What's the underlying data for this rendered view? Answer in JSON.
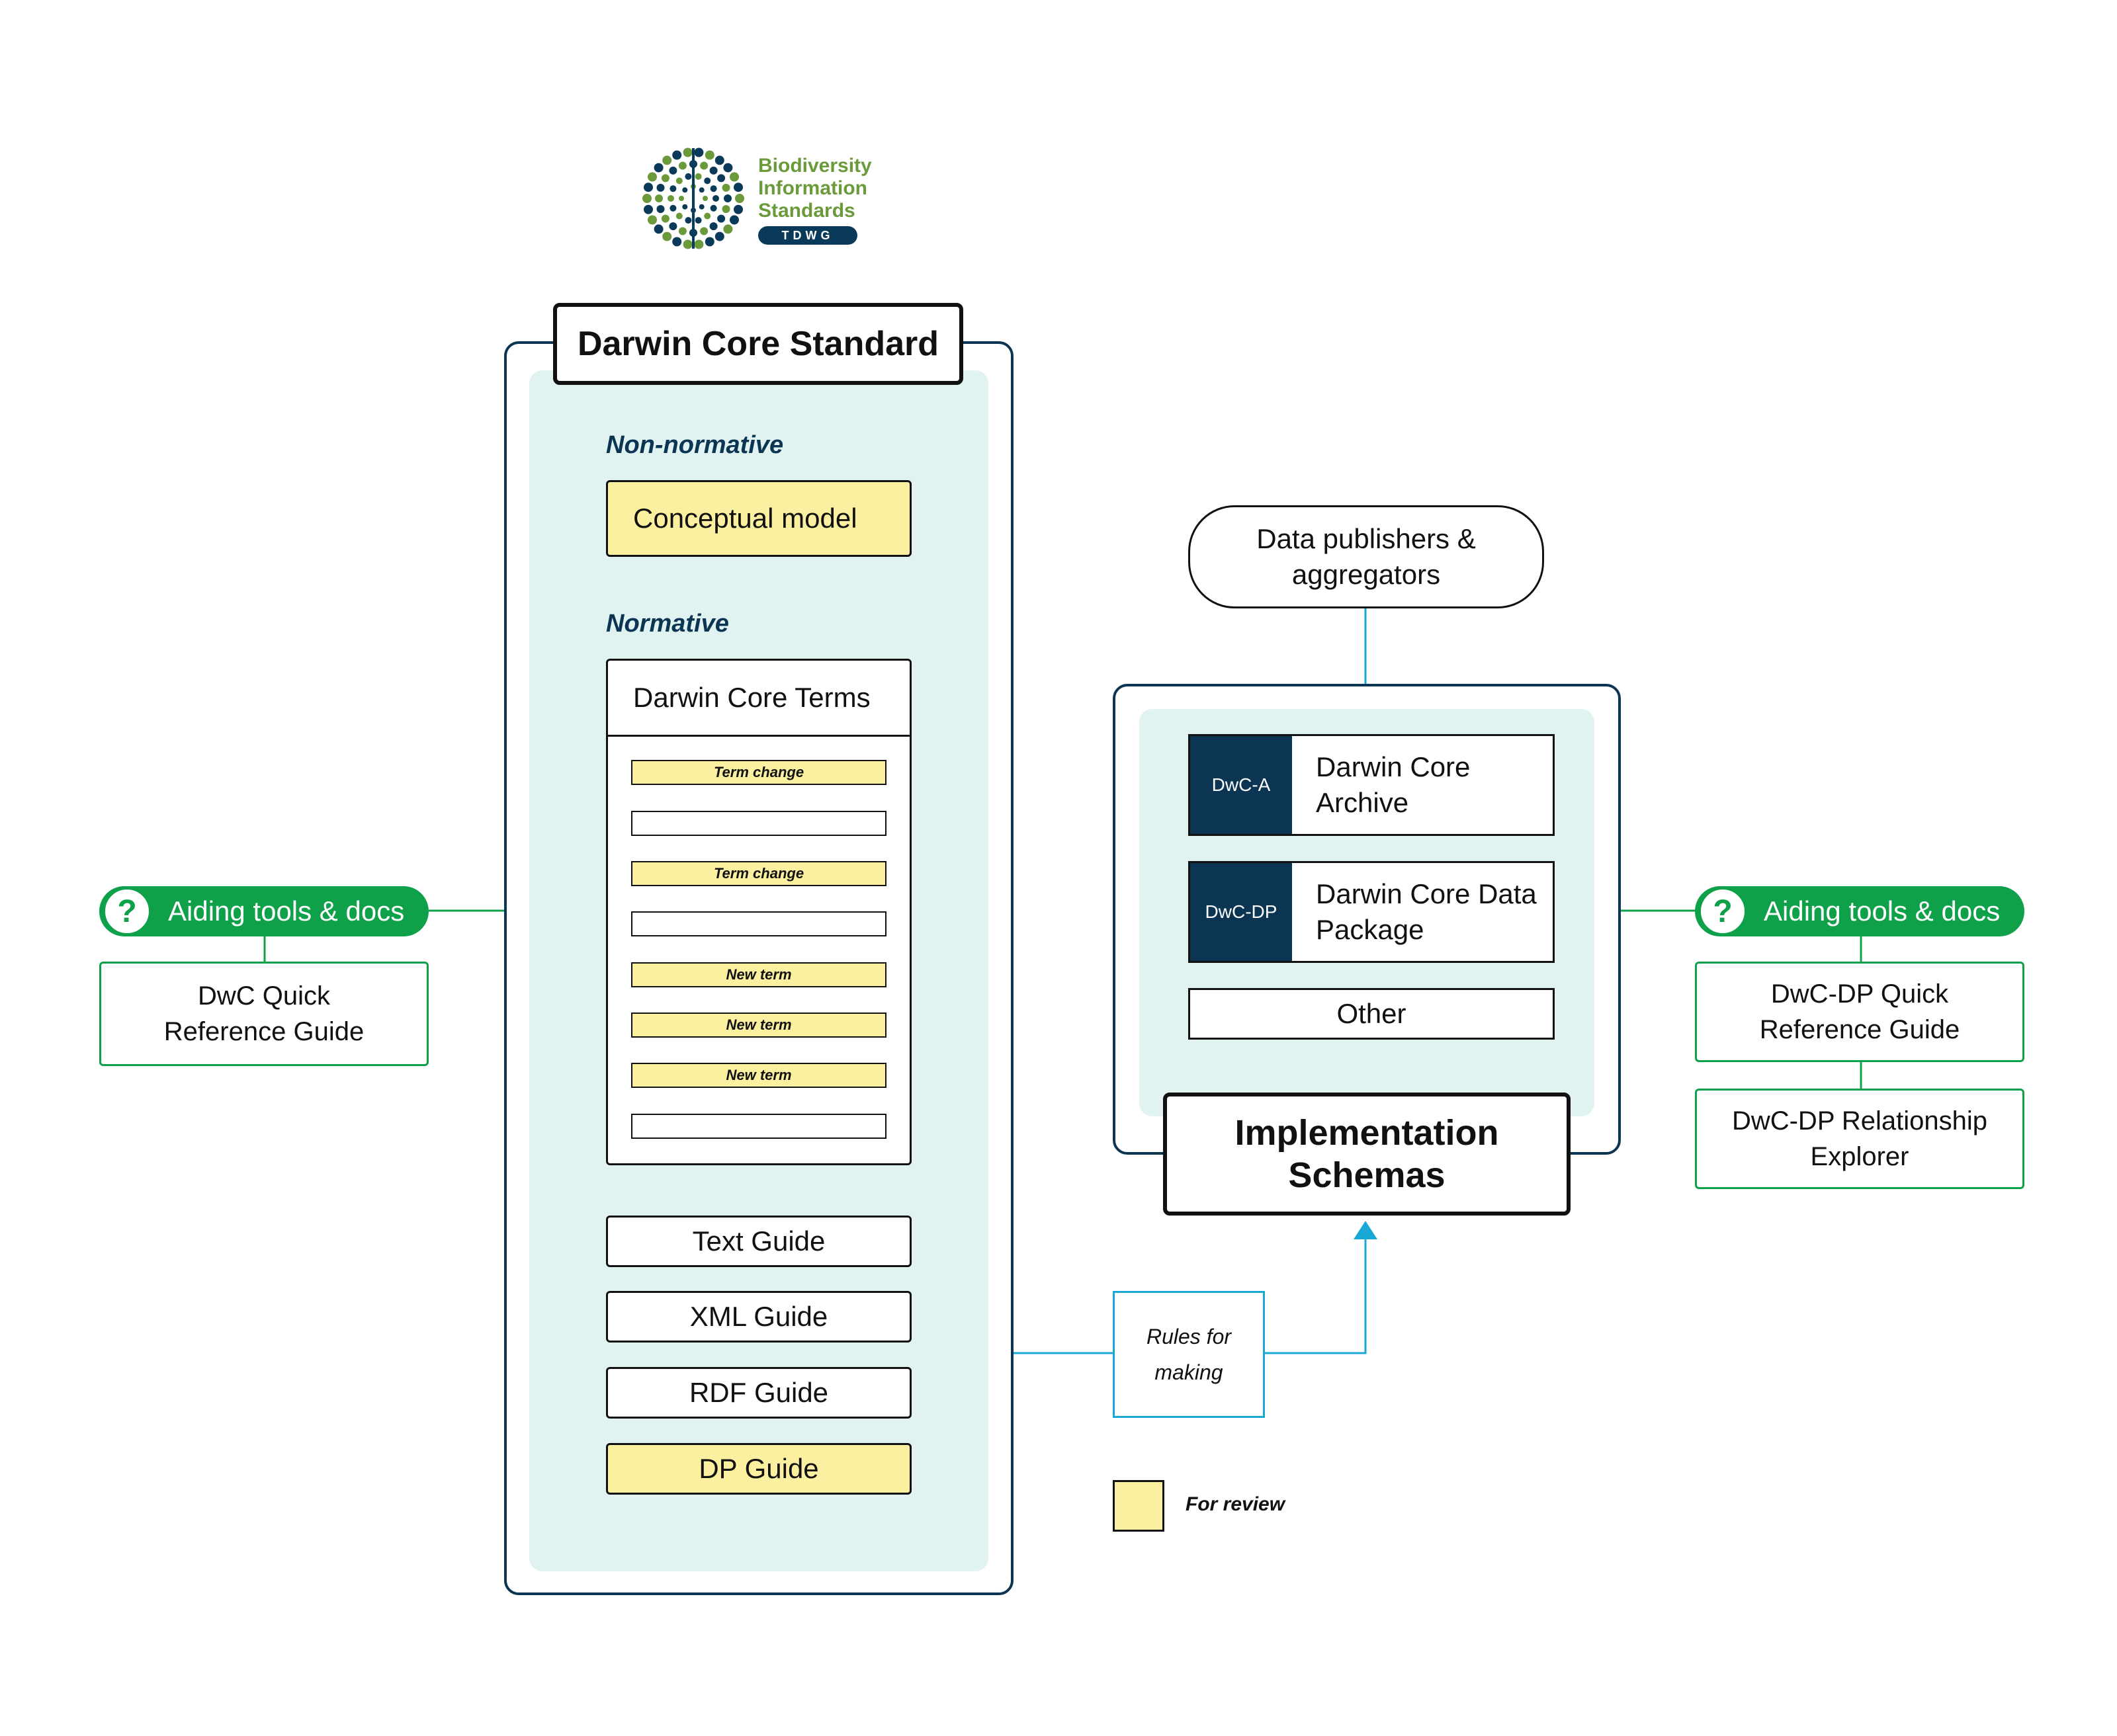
{
  "logo": {
    "line1": "Biodiversity",
    "line2": "Information",
    "line3": "Standards",
    "badge": "TDWG"
  },
  "dwc_standard": {
    "title": "Darwin Core Standard",
    "non_normative_label": "Non-normative",
    "conceptual_model": "Conceptual model",
    "normative_label": "Normative",
    "terms_header": "Darwin Core Terms",
    "term_rows": [
      "Term change",
      "",
      "Term change",
      "",
      "New term",
      "New term",
      "New term",
      ""
    ],
    "guides": [
      "Text Guide",
      "XML Guide",
      "RDF Guide",
      "DP Guide"
    ]
  },
  "implementation": {
    "publishers": "Data publishers & aggregators",
    "title": "Implementation Schemas",
    "schemas": [
      {
        "code": "DwC-A",
        "label": "Darwin Core Archive"
      },
      {
        "code": "DwC-DP",
        "label": "Darwin Core Data Package"
      }
    ],
    "other": "Other"
  },
  "rules_note": "Rules for making",
  "left_aid": {
    "label": "Aiding tools & docs",
    "icon": "question-icon",
    "cards": [
      "DwC Quick Reference Guide"
    ]
  },
  "right_aid": {
    "label": "Aiding tools & docs",
    "icon": "question-icon",
    "cards": [
      "DwC-DP Quick Reference Guide",
      "DwC-DP Relationship Explorer"
    ]
  },
  "legend": {
    "label": "For review"
  },
  "colors": {
    "navy": "#0b3553",
    "mint": "#e1f3f1",
    "review_yellow": "#fbf0a0",
    "green": "#0fa04a",
    "connector_blue": "#1aa7d6"
  }
}
